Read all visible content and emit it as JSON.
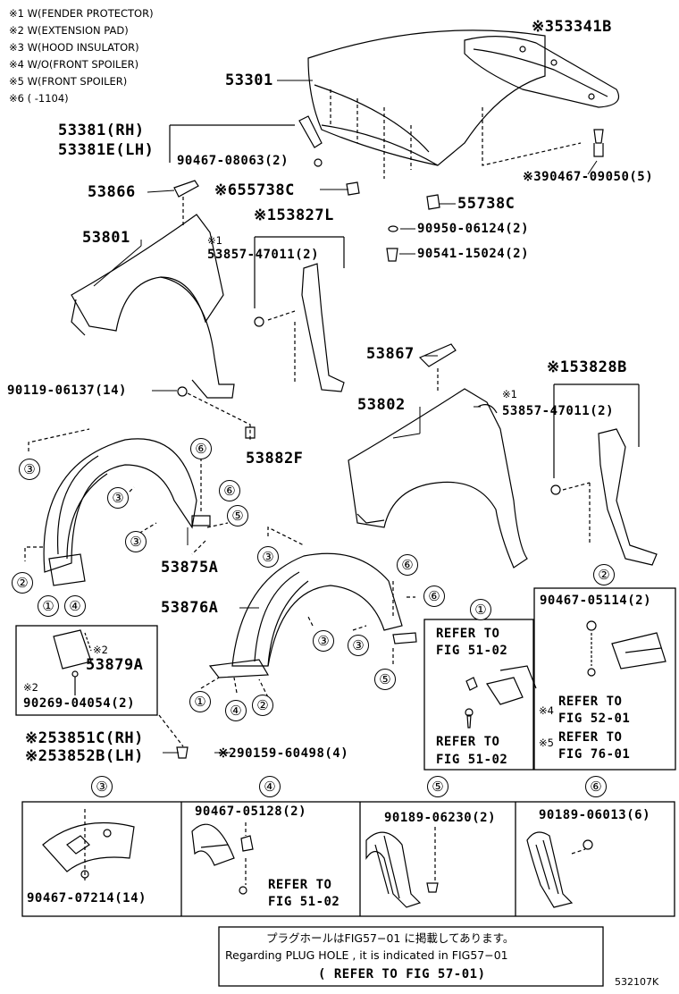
{
  "notes": [
    "※1 W(FENDER PROTECTOR)",
    "※2 W(EXTENSION PAD)",
    "※3 W(HOOD INSULATOR)",
    "※4 W/O(FRONT SPOILER)",
    "※5 W(FRONT SPOILER)",
    "※6 (      -1104)"
  ],
  "parts": {
    "p53341b": "※353341B",
    "p53301": "53301",
    "p53381": "53381(RH)",
    "p53381e": "53381E(LH)",
    "p9046708063": "90467-08063(2)",
    "p9046709050": "※390467-09050(5)",
    "p53866": "53866",
    "p55738c_a": "※655738C",
    "p55738c_b": "55738C",
    "p53827l": "※153827L",
    "p53801": "53801",
    "p5385747011_a_mark": "※1",
    "p5385747011_a": "53857-47011(2)",
    "p9095006124": "90950-06124(2)",
    "p9054115024": "90541-15024(2)",
    "p53867": "53867",
    "p53828b": "※153828B",
    "p9011906137": "90119-06137(14)",
    "p53802": "53802",
    "p5385747011_b_mark": "※1",
    "p5385747011_b": "53857-47011(2)",
    "p53882f": "53882F",
    "p53875a": "53875A",
    "p53876a": "53876A",
    "p53879a_mark": "※2",
    "p53879a": "53879A",
    "p9026904054_mark": "※2",
    "p9026904054": "90269-04054(2)",
    "p53851c": "※253851C(RH)",
    "p53852b": "※253852B(LH)",
    "p9015960498": "※290159-60498(4)",
    "p9046705114": "90467-05114(2)",
    "p9046705128": "90467-05128(2)",
    "p9018906230": "90189-06230(2)",
    "p9018906013": "90189-06013(6)",
    "p9046707214": "90467-07214(14)"
  },
  "refs": {
    "ref1a_1": "REFER TO",
    "ref1a_2": "FIG 51-02",
    "ref1b_1": "REFER TO",
    "ref1b_2": "FIG 51-02",
    "ref2a_mark": "※4",
    "ref2a_1": "REFER TO",
    "ref2a_2": "FIG 52-01",
    "ref2b_mark": "※5",
    "ref2b_1": "REFER TO",
    "ref2b_2": "FIG 76-01",
    "ref4_1": "REFER TO",
    "ref4_2": "FIG 51-02"
  },
  "callouts": [
    "①",
    "②",
    "③",
    "④",
    "⑤",
    "⑥"
  ],
  "footer": {
    "line1": "プラグホールはFIG57−01 に掲載してあります。",
    "line2": "Regarding PLUG HOLE , it is indicated in FIG57−01",
    "line3": "( REFER TO FIG 57-01)"
  },
  "fig_code": "532107K"
}
